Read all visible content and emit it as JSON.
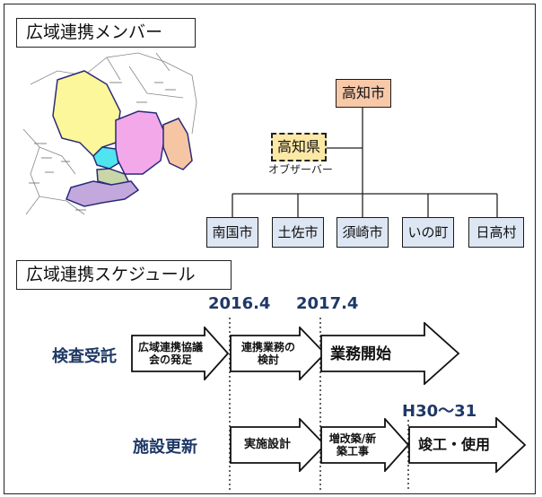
{
  "section1": {
    "title": "広域連携メンバー"
  },
  "org": {
    "center": "高知市",
    "observer": "高知県",
    "observer_caption": "オブザーバー",
    "members": [
      "南国市",
      "土佐市",
      "須崎市",
      "いの町",
      "日高村"
    ]
  },
  "section2": {
    "title": "広域連携スケジュール"
  },
  "schedule": {
    "years": [
      "2016.4",
      "2017.4",
      "H30〜31"
    ],
    "rows": [
      {
        "label": "検査受託",
        "steps": [
          "広域連携協議会の発足",
          "連携業務の検討",
          "業務開始"
        ]
      },
      {
        "label": "施設更新",
        "steps": [
          "実施設計",
          "増改築/新築工事",
          "竣工・使用"
        ]
      }
    ]
  },
  "colors": {
    "center_fill": "#f7c9a9",
    "observer_fill": "#fde8a6",
    "member_fill": "#dde6f3",
    "year_text": "#1f3866",
    "region_yellow": "#fbf79a",
    "region_pink": "#f3a8ea",
    "region_orange": "#f6c5a3",
    "region_cyan": "#4fe4ee",
    "region_green": "#c8d6a8",
    "region_purple": "#c2a8dc"
  }
}
